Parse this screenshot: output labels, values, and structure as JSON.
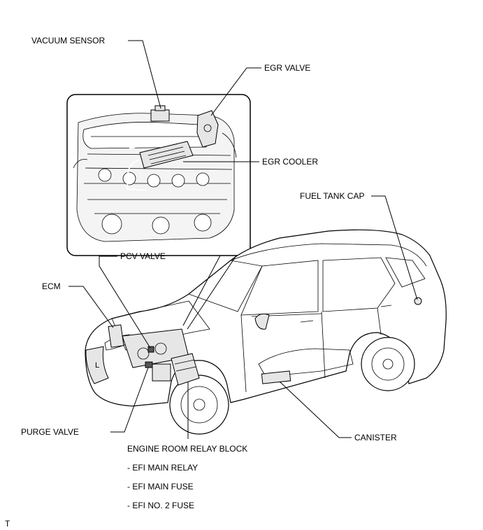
{
  "labels": {
    "vacuum_sensor": "VACUUM SENSOR",
    "egr_valve": "EGR VALVE",
    "egr_cooler": "EGR COOLER",
    "fuel_tank_cap": "FUEL TANK CAP",
    "pcv_valve": "PCV VALVE",
    "ecm": "ECM",
    "purge_valve": "PURGE VALVE",
    "canister": "CANISTER",
    "engine_room_relay_block": "ENGINE ROOM RELAY BLOCK",
    "relay_block_items": [
      "- EFI MAIN RELAY",
      "- EFI MAIN FUSE",
      "- EFI NO. 2 FUSE"
    ]
  },
  "footer": {
    "code": "T"
  }
}
